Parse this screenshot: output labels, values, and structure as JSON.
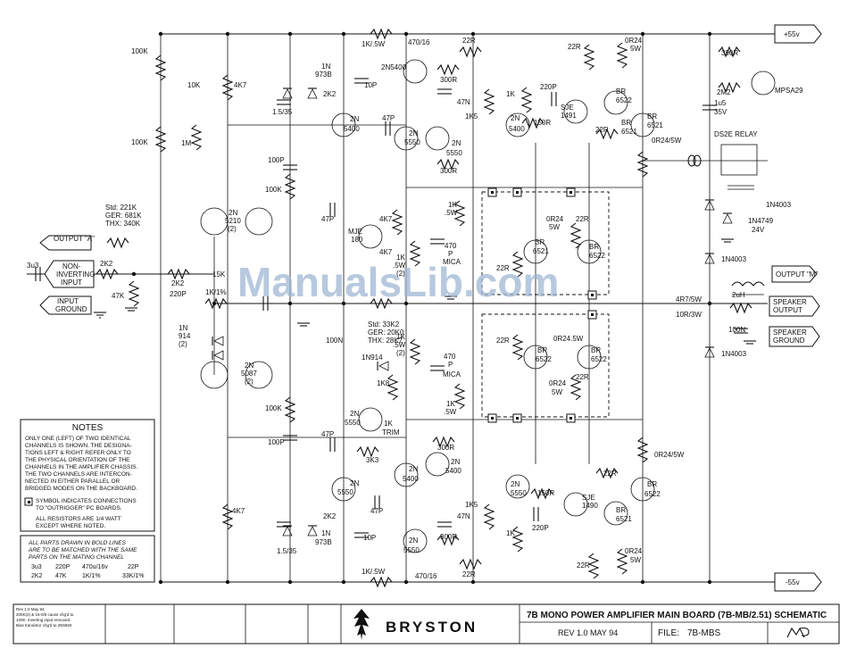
{
  "rails": {
    "positive": "+55v",
    "negative": "-55v"
  },
  "connectors": {
    "output_a": "OUTPUT \"A\"",
    "non_inverting_input": [
      "NON-",
      "INVERTING",
      "INPUT"
    ],
    "input_ground": [
      "INPUT",
      "GROUND"
    ],
    "output_m": "OUTPUT \"M\"",
    "speaker_output": [
      "SPEAKER",
      "OUTPUT"
    ],
    "speaker_ground": [
      "SPEAKER",
      "GROUND"
    ]
  },
  "component_labels": {
    "input_cap": "3u3",
    "r_2k2_in": "2K2",
    "r_47k": "47K",
    "r_2k2_b": "2K2",
    "c_220p": "220P",
    "r_100k_a": "100K",
    "r_100k_b": "100K",
    "r_10k": "10K",
    "r_1m": "1M",
    "r_4k7_top": "4K7",
    "gain_select": [
      "Std: 221K",
      "GER: 681K",
      "THX: 340K"
    ],
    "q_2n5210": [
      "2N",
      "5210",
      "(2)"
    ],
    "r_15k": "15K",
    "r_1k_1pct": "1K/1%",
    "d_1n914": [
      "1N",
      "914",
      "(2)"
    ],
    "q_2n5087": [
      "2N",
      "5087",
      "(2)"
    ],
    "r_4k7_bot": "4K7",
    "zener_top": [
      "1N",
      "973B"
    ],
    "r_2k2_top": "2K2",
    "c_10p_top": "10P",
    "c_1_5_35_top": "1.5/35",
    "q_2n5400_a": [
      "2N",
      "5400"
    ],
    "c_100p_a": "100P",
    "r_100k_c": "100K",
    "c_47p_a": "47P",
    "r_100n": "100N",
    "r_100k_d": "100K",
    "c_100p_b": "100P",
    "c_47p_b": "47P",
    "c_47p_c": "47P",
    "r_3k3": "3K3",
    "q_2n5550_a": [
      "2N",
      "5550"
    ],
    "zener_bot": [
      "1N",
      "973B"
    ],
    "r_2k2_bot": "2K2",
    "c_10p_bot": "10P",
    "c_1_5_35_bot": "1.5/35",
    "r_1k_5w_top": "1K/.5W",
    "c_470_16_top": "470/16",
    "r_22r_top": "22R",
    "q_2n5400_top": "2N5400",
    "r_300r_a": "300R",
    "r_47n_top": "47N",
    "r_1k5_top": "1K5",
    "c_47p_mid": "47P",
    "q_2n5550_b": [
      "2N",
      "5550"
    ],
    "q_2n5550_c": [
      "2N",
      "5550"
    ],
    "r_300r_b": "300R",
    "q_mje180": [
      "MJE",
      "180"
    ],
    "r_4k7_m1": "4K7",
    "r_4k7_m2": "4K7",
    "r_1k_5w_m1": [
      "1K",
      ".5W"
    ],
    "c_470p_mica_a": [
      "470",
      "P",
      "MICA"
    ],
    "r_1k_5w_m2": [
      "1K",
      ".5W",
      "(2)"
    ],
    "bias_trim": [
      "Std: 33K2",
      "GER: 20K0",
      "THX: 28K7"
    ],
    "d_1n914_b": "1N914",
    "r_1k8": "1K8",
    "trim": [
      "1K",
      "TRIM"
    ],
    "q_2n5550_d": [
      "2N",
      "5550"
    ],
    "r_1k_5w_m3": [
      "1K",
      ".5W",
      "(2)"
    ],
    "c_470p_mica_b": [
      "470",
      "P",
      "MICA"
    ],
    "r_1k_5w_m4": [
      "1K",
      ".5W"
    ],
    "r_300r_c": "300R",
    "q_2n5400_b": [
      "2N",
      "5400"
    ],
    "q_2n5400_c": [
      "2N",
      "5400"
    ],
    "r_47n_bot": "47N",
    "r_300r_d": "300R",
    "r_1k5_bot": "1K5",
    "q_2n5550_e": [
      "2N",
      "5550"
    ],
    "r_1k_5w_bot": "1K/.5W",
    "c_470_16_bot": "470/16",
    "r_22r_bot": "22R",
    "r_22r_a": "22R",
    "r_0r24_5w_a": [
      "0R24",
      "5W"
    ],
    "q_br6522_a": [
      "BR",
      "6522"
    ],
    "r_1k_a": "1K",
    "c_220p_a": "220P",
    "q_sje1491": [
      "SJE",
      "1491"
    ],
    "r_150r_a": "150R",
    "q_2n5400_d": [
      "2N",
      "5400"
    ],
    "r_22r_b": "22R",
    "q_br6521_a": [
      "BR",
      "6521"
    ],
    "r_0r24_5w_b": "0R24/5W",
    "q_br6521_b": [
      "BR",
      "6521"
    ],
    "r_0r24_5w_c": [
      "0R24",
      "5W"
    ],
    "r_22r_c": "22R",
    "q_br6522_b": [
      "BR",
      "6522"
    ],
    "r_22r_d": "22R",
    "q_br6522_c": [
      "BR",
      "6522"
    ],
    "r_0r24_5w_d": "0R24.5W",
    "q_br6521_c": [
      "BR",
      "6521"
    ],
    "r_0r24_5w_e": [
      "0R24",
      "5W"
    ],
    "r_22r_e": "22R",
    "q_br6522_d": [
      "BR",
      "6522"
    ],
    "r_0r24_5w_f": "0R24/5W",
    "q_2n5550_f": [
      "2N",
      "5550"
    ],
    "r_150r_b": "150R",
    "q_sje1490": [
      "SJE",
      "1490"
    ],
    "r_22r_f": "22R",
    "c_220p_b": "220P",
    "r_1k_b": "1K",
    "q_br6521_d": [
      "BR",
      "6521"
    ],
    "q_br6522_e": [
      "BR",
      "6522"
    ],
    "r_0r24_5w_g": [
      "0R24",
      "5W"
    ],
    "r_22r_g": "22R",
    "r_390r": "390R",
    "r_2m2": "2M2",
    "c_1u5_35v": [
      "1u5",
      "35V"
    ],
    "q_mpsa29": "MPSA29",
    "relay": "DS2E  RELAY",
    "d_1n4003_a": "1N4003",
    "d_1n4749": [
      "1N4749",
      "24V"
    ],
    "d_1n4003_b": "1N4003",
    "r_4r7_5w": "4R7/5W",
    "r_10r_3w": "10R/3W",
    "l_2uh": "2uH",
    "c_100n": "100N",
    "d_1n4003_c": "1N4003"
  },
  "notes": {
    "title": "NOTES",
    "body": [
      "ONLY ONE (LEFT) OF TWO IDENTICAL",
      "CHANNELS IS SHOWN.  THE DESIGNA-",
      "TIONS LEFT & RIGHT REFER ONLY TO",
      "THE PHYSICAL ORIENTATION OF THE",
      "CHANNELS IN THE AMPLIFIER CHASSIS.",
      "THE TWO CHANNELS ARE INTERCON-",
      "NECTED IN EITHER PARALLEL OR",
      "BRIDGED MODES ON THE BACKBOARD."
    ],
    "symbol_note": [
      "SYMBOL INDICATES CONNECTIONS",
      "TO \"OUTRIGGER\" PC BOARDS."
    ],
    "resistor_note": [
      "ALL RESISTORS ARE 1/4 WATT",
      "EXCEPT WHERE NOTED."
    ],
    "bold_note": [
      "ALL PARTS DRAWN IN BOLD LINES",
      "ARE TO BE MATCHED WITH THE SAME",
      "PARTS ON THE MATING CHANNEL"
    ],
    "matched_parts": [
      [
        "3u3",
        "220P",
        "470u/16v",
        "22P"
      ],
      [
        "2K2",
        "47K",
        "1K/1%",
        "33K/1%"
      ]
    ]
  },
  "title_block": {
    "revision_notes": [
      "Rev 1.0  May 94",
      "200K(2) & 15-0/5 cause chg'd to",
      "100K. Inverting input removed.",
      "Bias transistor chg'd to 2N5550"
    ],
    "brand": "BRYSTON",
    "title": "7B MONO POWER AMPLIFIER MAIN BOARD (7B-MB/2.51) SCHEMATIC",
    "revision": "REV 1.0   MAY 94",
    "file_label": "FILE:",
    "file_name": "7B-MBS"
  },
  "watermark": "ManualsLib.com"
}
